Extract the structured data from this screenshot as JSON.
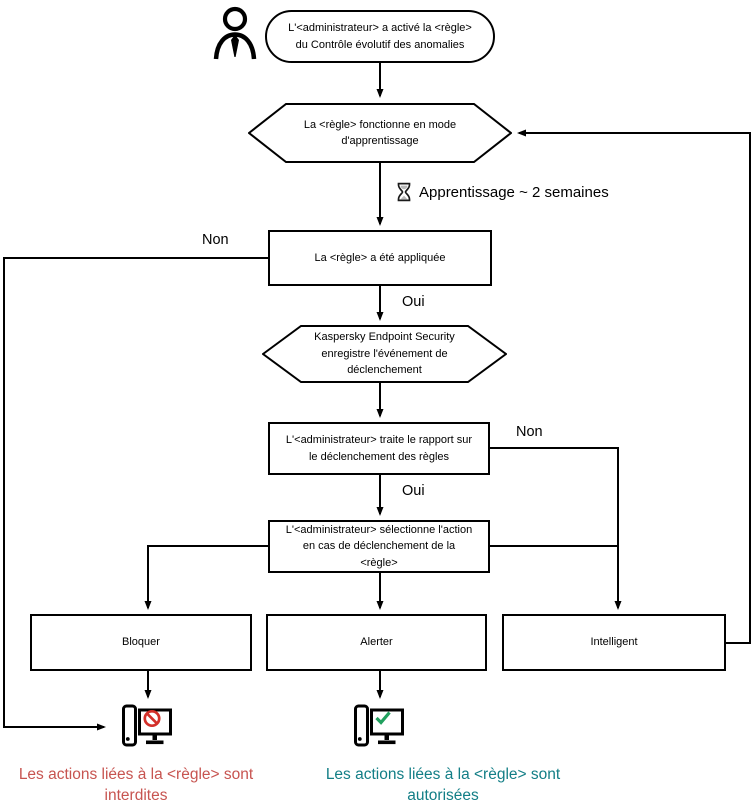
{
  "nodes": {
    "start": "L'<administrateur> a activé la <règle> du Contrôle évolutif des anomalies",
    "learning_mode": "La <règle> fonctionne en mode d'apprentissage",
    "rule_applied": "La <règle> a été appliquée",
    "kes_logs": "Kaspersky Endpoint Security enregistre l'événement de déclenchement",
    "admin_report": "L'<administrateur> traite le rapport sur le déclenchement des règles",
    "admin_selects": "L'<administrateur> sélectionne l'action en cas de déclenchement de la <règle>",
    "action_block": "Bloquer",
    "action_alert": "Alerter",
    "action_smart": "Intelligent"
  },
  "edge_labels": {
    "non_applied": "Non",
    "oui_applied": "Oui",
    "non_report": "Non",
    "oui_report": "Oui"
  },
  "annotations": {
    "learning_duration": "Apprentissage ~ 2 semaines"
  },
  "outcomes": {
    "blocked": "Les actions liées à la <règle> sont interdites",
    "allowed": "Les actions liées à la <règle> sont autorisées"
  },
  "icons": {
    "person": "person-icon",
    "hourglass": "hourglass-icon",
    "computer_blocked": "computer-blocked-icon",
    "computer_allowed": "computer-allowed-icon"
  },
  "colors": {
    "stroke": "#000000",
    "blocked_text": "#c75450",
    "allowed_text": "#127e86",
    "prohibit_red": "#d3302a",
    "check_green": "#21a05e"
  }
}
